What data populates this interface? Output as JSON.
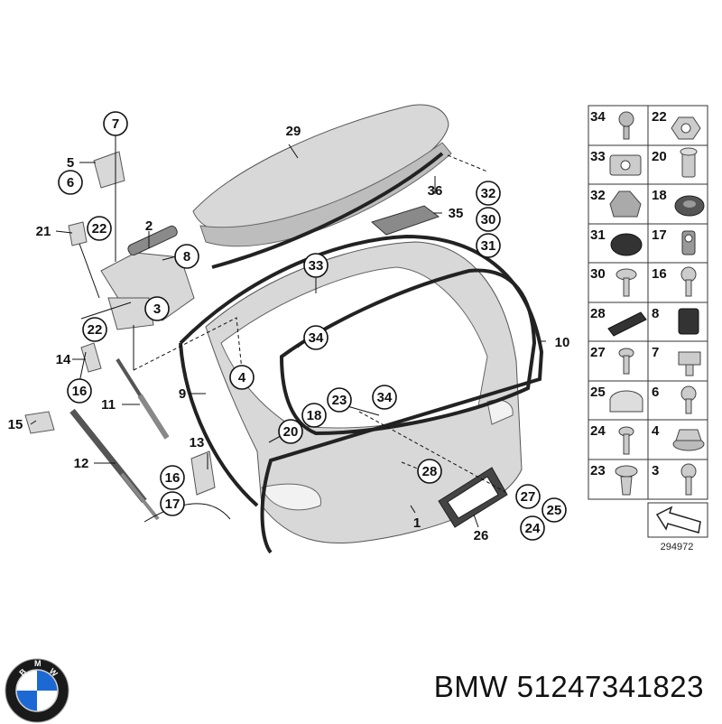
{
  "diagram": {
    "callouts": [
      {
        "id": "c7",
        "text": "7",
        "circled": true
      },
      {
        "id": "c29",
        "text": "29",
        "circled": false
      },
      {
        "id": "c5",
        "text": "5",
        "circled": false
      },
      {
        "id": "c6",
        "text": "6",
        "circled": true
      },
      {
        "id": "c21",
        "text": "21",
        "circled": false
      },
      {
        "id": "c22a",
        "text": "22",
        "circled": true
      },
      {
        "id": "c2",
        "text": "2",
        "circled": false
      },
      {
        "id": "c8",
        "text": "8",
        "circled": true
      },
      {
        "id": "c36",
        "text": "36",
        "circled": false
      },
      {
        "id": "c32",
        "text": "32",
        "circled": true
      },
      {
        "id": "c35",
        "text": "35",
        "circled": false
      },
      {
        "id": "c30",
        "text": "30",
        "circled": true
      },
      {
        "id": "c31",
        "text": "31",
        "circled": true
      },
      {
        "id": "c33",
        "text": "33",
        "circled": true
      },
      {
        "id": "c3",
        "text": "3",
        "circled": true
      },
      {
        "id": "c22b",
        "text": "22",
        "circled": true
      },
      {
        "id": "c34a",
        "text": "34",
        "circled": true
      },
      {
        "id": "c10",
        "text": "10",
        "circled": false
      },
      {
        "id": "c14",
        "text": "14",
        "circled": false
      },
      {
        "id": "c4",
        "text": "4",
        "circled": true
      },
      {
        "id": "c16a",
        "text": "16",
        "circled": true
      },
      {
        "id": "c11",
        "text": "11",
        "circled": false
      },
      {
        "id": "c9",
        "text": "9",
        "circled": false
      },
      {
        "id": "c23",
        "text": "23",
        "circled": true
      },
      {
        "id": "c34b",
        "text": "34",
        "circled": true
      },
      {
        "id": "c15",
        "text": "15",
        "circled": false
      },
      {
        "id": "c18",
        "text": "18",
        "circled": true
      },
      {
        "id": "c20",
        "text": "20",
        "circled": true
      },
      {
        "id": "c13",
        "text": "13",
        "circled": false
      },
      {
        "id": "c12",
        "text": "12",
        "circled": false
      },
      {
        "id": "c16b",
        "text": "16",
        "circled": true
      },
      {
        "id": "c28",
        "text": "28",
        "circled": true
      },
      {
        "id": "c17",
        "text": "17",
        "circled": true
      },
      {
        "id": "c27",
        "text": "27",
        "circled": true
      },
      {
        "id": "c25",
        "text": "25",
        "circled": true
      },
      {
        "id": "c1",
        "text": "1",
        "circled": false
      },
      {
        "id": "c26",
        "text": "26",
        "circled": false
      },
      {
        "id": "c24",
        "text": "24",
        "circled": true
      }
    ],
    "legend": {
      "rows": [
        {
          "left": "34",
          "right": "22"
        },
        {
          "left": "33",
          "right": "20"
        },
        {
          "left": "32",
          "right": "18"
        },
        {
          "left": "31",
          "right": "17"
        },
        {
          "left": "30",
          "right": "16"
        },
        {
          "left": "28",
          "right": "8"
        },
        {
          "left": "27",
          "right": "7"
        },
        {
          "left": "25",
          "right": "6"
        },
        {
          "left": "24",
          "right": "4"
        },
        {
          "left": "23",
          "right": "3"
        }
      ],
      "reference_number": "294972"
    }
  },
  "brand": {
    "caption": "BMW 51247341823",
    "logo_icon": "bmw-roundel-icon",
    "colors": {
      "outer_ring": "#1a1a1a",
      "blue": "#1c69d4",
      "white": "#ffffff"
    }
  }
}
